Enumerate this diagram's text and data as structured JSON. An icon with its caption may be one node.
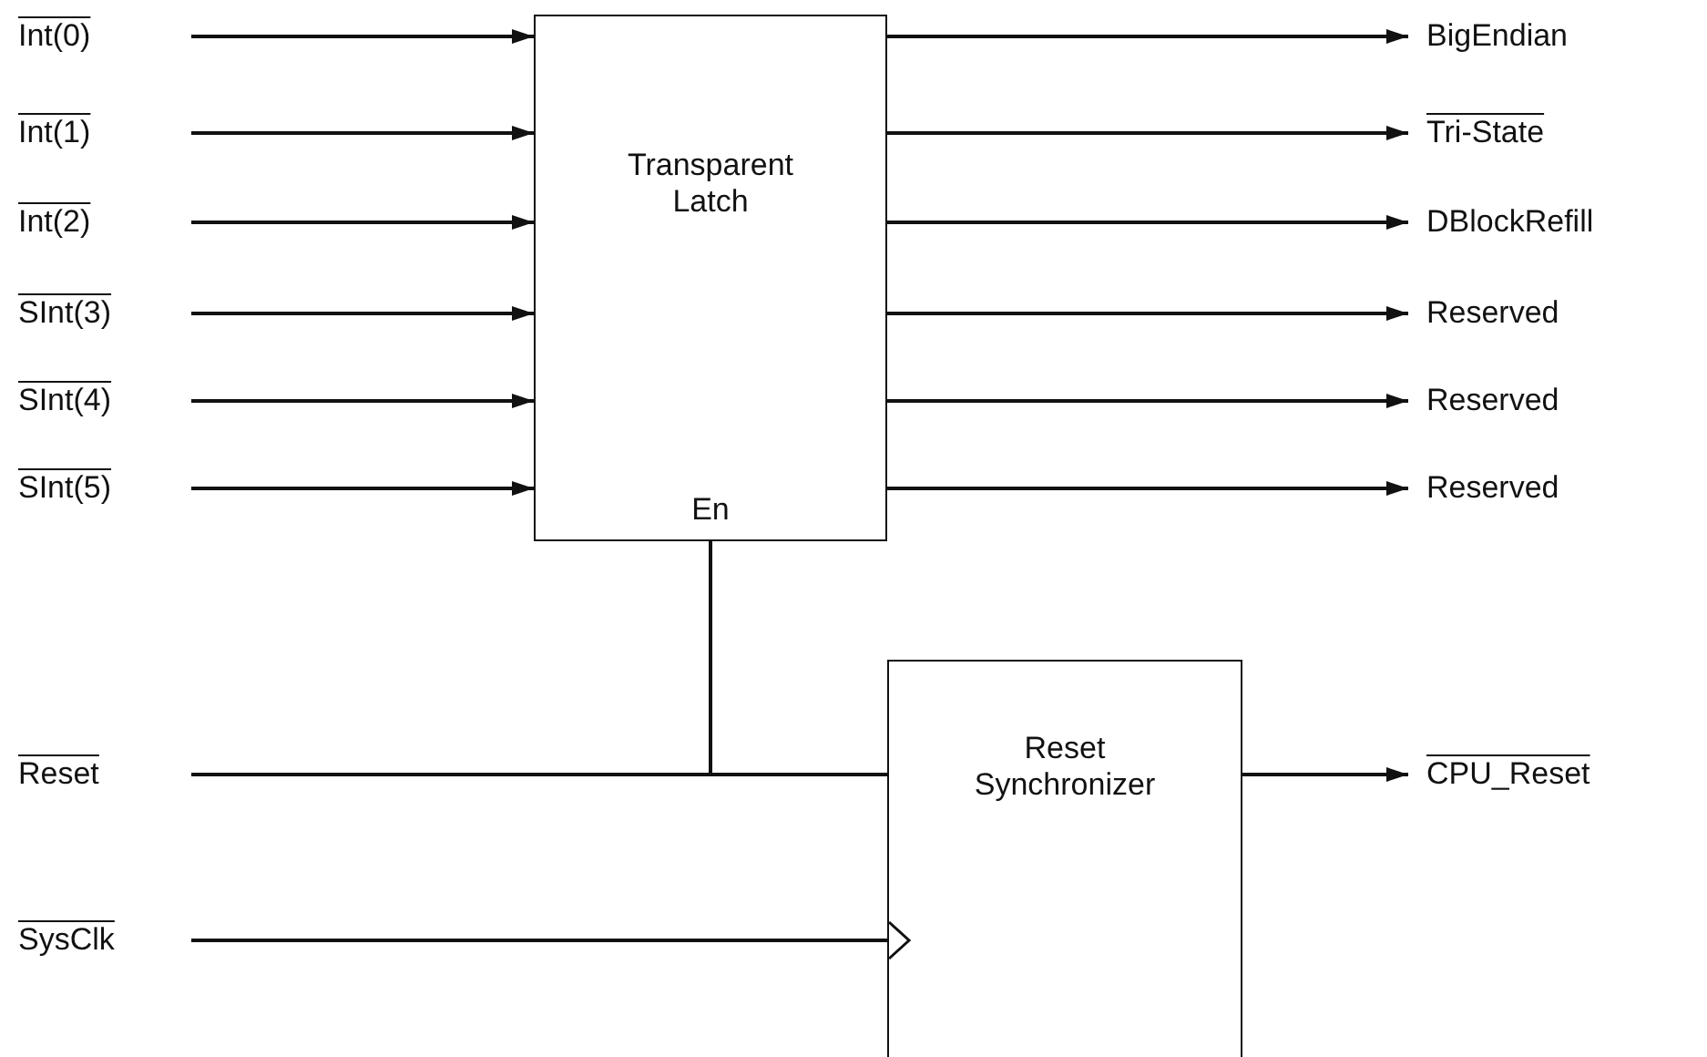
{
  "diagram": {
    "nodes": [
      {
        "text": [
          "Int(0)"
        ]
      },
      {
        "text": [
          "Int(1)"
        ]
      },
      {
        "text": [
          "Int(2)"
        ]
      },
      {
        "text": [
          "SInt(3)"
        ]
      },
      {
        "text": [
          "SInt(4)"
        ]
      },
      {
        "text": [
          "SInt(5)"
        ]
      },
      {
        "text": [
          "Transparent Latch",
          "En"
        ]
      },
      {
        "text": [
          "BigEndian"
        ]
      },
      {
        "text": [
          "Tri-State"
        ]
      },
      {
        "text": [
          "DBlockRefill"
        ]
      },
      {
        "text": [
          "Reserved"
        ]
      },
      {
        "text": [
          "Reserved"
        ]
      },
      {
        "text": [
          "Reserved"
        ]
      },
      {
        "text": [
          "Reset"
        ]
      },
      {
        "text": [
          "SysClk"
        ]
      },
      {
        "text": [
          "Reset Synchronizer"
        ]
      },
      {
        "text": [
          "CPU_Reset"
        ]
      }
    ],
    "edges": [
      {
        "from": 0,
        "to": 6,
        "arrow": "to"
      },
      {
        "from": 1,
        "to": 6,
        "arrow": "to"
      },
      {
        "from": 2,
        "to": 6,
        "arrow": "to"
      },
      {
        "from": 3,
        "to": 6,
        "arrow": "to"
      },
      {
        "from": 4,
        "to": 6,
        "arrow": "to"
      },
      {
        "from": 5,
        "to": 6,
        "arrow": "to"
      },
      {
        "from": 6,
        "to": 7,
        "arrow": "to"
      },
      {
        "from": 6,
        "to": 8,
        "arrow": "to"
      },
      {
        "from": 6,
        "to": 9,
        "arrow": "to"
      },
      {
        "from": 6,
        "to": 10,
        "arrow": "to"
      },
      {
        "from": 6,
        "to": 11,
        "arrow": "to"
      },
      {
        "from": 6,
        "to": 12,
        "arrow": "to"
      },
      {
        "from": 13,
        "to": 6,
        "arrow": "none"
      },
      {
        "from": 13,
        "to": 15,
        "arrow": "none"
      },
      {
        "from": 14,
        "to": 15,
        "arrow": "to"
      },
      {
        "from": 15,
        "to": 16,
        "arrow": "to"
      }
    ]
  }
}
